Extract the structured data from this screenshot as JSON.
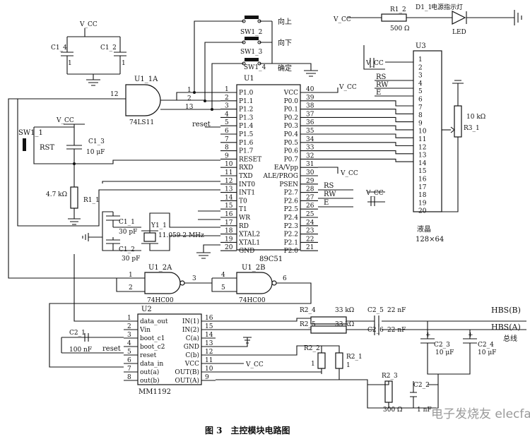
{
  "caption": "图 3　主控模块电路图",
  "watermark": "电子发烧友 elecfans.com",
  "vcc_label": "V_CC",
  "mcu": {
    "ref": "U1",
    "part": "89C51",
    "left_pins": [
      {
        "num": "1",
        "name": "P1.0"
      },
      {
        "num": "2",
        "name": "P1.1"
      },
      {
        "num": "3",
        "name": "P1.2"
      },
      {
        "num": "4",
        "name": "P1.3"
      },
      {
        "num": "5",
        "name": "P1.4"
      },
      {
        "num": "6",
        "name": "P1.5"
      },
      {
        "num": "7",
        "name": "P1.6"
      },
      {
        "num": "8",
        "name": "P1.7"
      },
      {
        "num": "9",
        "name": "RESET"
      },
      {
        "num": "10",
        "name": "RXD"
      },
      {
        "num": "11",
        "name": "TXD"
      },
      {
        "num": "12",
        "name": "INT0"
      },
      {
        "num": "13",
        "name": "INT1"
      },
      {
        "num": "14",
        "name": "T0"
      },
      {
        "num": "15",
        "name": "T1"
      },
      {
        "num": "16",
        "name": "WR"
      },
      {
        "num": "17",
        "name": "RD"
      },
      {
        "num": "18",
        "name": "XTAL2"
      },
      {
        "num": "19",
        "name": "XTAL1"
      },
      {
        "num": "20",
        "name": "GND"
      }
    ],
    "right_pins": [
      {
        "num": "40",
        "name": "VCC"
      },
      {
        "num": "39",
        "name": "P0.0"
      },
      {
        "num": "38",
        "name": "P0.1"
      },
      {
        "num": "37",
        "name": "P0.2"
      },
      {
        "num": "36",
        "name": "P0.3"
      },
      {
        "num": "35",
        "name": "P0.4"
      },
      {
        "num": "34",
        "name": "P0.5"
      },
      {
        "num": "33",
        "name": "P0.6"
      },
      {
        "num": "32",
        "name": "P0.7"
      },
      {
        "num": "31",
        "name": "EA/Vpp"
      },
      {
        "num": "30",
        "name": "ALE/PROG"
      },
      {
        "num": "29",
        "name": "PSEN"
      },
      {
        "num": "28",
        "name": "P2.7"
      },
      {
        "num": "27",
        "name": "P2.6"
      },
      {
        "num": "26",
        "name": "P2.5"
      },
      {
        "num": "25",
        "name": "P2.4"
      },
      {
        "num": "24",
        "name": "P2.3"
      },
      {
        "num": "23",
        "name": "P2.2"
      },
      {
        "num": "22",
        "name": "P2.1"
      },
      {
        "num": "21",
        "name": "P2.0"
      }
    ],
    "reset_net": "reset",
    "lcd_ctrl": [
      "RS",
      "RW",
      "E"
    ]
  },
  "lcd": {
    "ref": "U3",
    "name": "液晶",
    "size": "128×64",
    "pins": [
      "1",
      "2",
      "3",
      "4",
      "5",
      "6",
      "7",
      "8",
      "9",
      "10",
      "11",
      "12",
      "13",
      "14",
      "15",
      "16",
      "17",
      "18",
      "19",
      "20"
    ],
    "ctrl_labels": [
      "RS",
      "RW",
      "E"
    ]
  },
  "buttons": [
    {
      "ref": "SW1_2",
      "label": "向上"
    },
    {
      "ref": "SW1_3",
      "label": "向下"
    },
    {
      "ref": "SW1_4",
      "label": "确定"
    }
  ],
  "reset_switch": {
    "ref": "SW1_1",
    "label": "RST"
  },
  "and_gate": {
    "ref": "U1_1A",
    "part": "74LS11",
    "pins": [
      "12",
      "1",
      "2",
      "13"
    ]
  },
  "nand_a": {
    "ref": "U1_2A",
    "part": "74HC00",
    "pins": [
      "1",
      "2",
      "3"
    ]
  },
  "nand_b": {
    "ref": "U1_2B",
    "part": "74HC00",
    "pins": [
      "4",
      "5",
      "6"
    ]
  },
  "led": {
    "ref": "D1_1",
    "label": "电源指示灯",
    "name": "LED",
    "r_ref": "R1_2",
    "r_val": "500 Ω"
  },
  "caps": {
    "c14": {
      "ref": "C1_4",
      "val": "1"
    },
    "c12": {
      "ref": "C1_2",
      "val": "1"
    },
    "c13": {
      "ref": "C1_3",
      "val": "10 μF"
    },
    "c11": {
      "ref": "C1_1",
      "val": "30 pF"
    },
    "c12b": {
      "ref": "C1_2",
      "val": "30 pF"
    },
    "c21": {
      "ref": "C2_1",
      "val": "100 nF"
    },
    "c25": {
      "ref": "C2_5",
      "val": "22 nF"
    },
    "c26": {
      "ref": "C2_6",
      "val": "22 nF"
    },
    "c23": {
      "ref": "C2_3",
      "val": "10 μF"
    },
    "c24": {
      "ref": "C2_4",
      "val": "10 μF"
    },
    "c22": {
      "ref": "C2_2",
      "val": "1 nF"
    }
  },
  "resistors": {
    "r11": {
      "ref": "R1_1",
      "val": "4.7 kΩ"
    },
    "rv": {
      "ref": "R3_1",
      "val": "10 kΩ"
    },
    "r24": {
      "ref": "R2_4",
      "val": "33 kΩ"
    },
    "r25": {
      "ref": "R2_5",
      "val": "33 kΩ"
    },
    "r22": {
      "ref": "R2_2",
      "val": "1"
    },
    "r21": {
      "ref": "R2_1",
      "val": "1"
    },
    "r23": {
      "ref": "R2_3",
      "val": "300 Ω"
    }
  },
  "crystal": {
    "ref": "Y1_1",
    "val": "11.059 2 MHz"
  },
  "mm1192": {
    "ref": "U2",
    "part": "MM1192",
    "left_pins": [
      {
        "num": "1",
        "name": "data_out"
      },
      {
        "num": "2",
        "name": "Vin"
      },
      {
        "num": "3",
        "name": "boot_c1"
      },
      {
        "num": "4",
        "name": "boot_c2"
      },
      {
        "num": "5",
        "name": "reset"
      },
      {
        "num": "6",
        "name": "data_in"
      },
      {
        "num": "7",
        "name": "out(a)"
      },
      {
        "num": "8",
        "name": "out(b)"
      }
    ],
    "right_pins": [
      {
        "num": "16",
        "name": "IN(1)"
      },
      {
        "num": "15",
        "name": "IN(2)"
      },
      {
        "num": "14",
        "name": "C(a)"
      },
      {
        "num": "13",
        "name": "GND"
      },
      {
        "num": "12",
        "name": "C(b)"
      },
      {
        "num": "11",
        "name": "VCC"
      },
      {
        "num": "10",
        "name": "OUT(B)"
      },
      {
        "num": "9",
        "name": "OUT(A)"
      }
    ]
  },
  "bus": {
    "hbs_b": "HBS(B)",
    "hbs_a": "HBS(A)",
    "label": "总线"
  }
}
